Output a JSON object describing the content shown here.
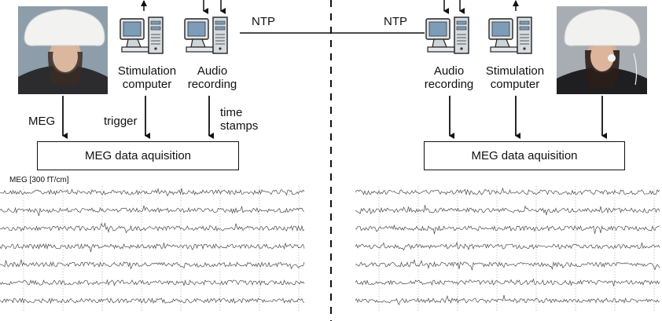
{
  "ntp_left": "NTP",
  "ntp_right": "NTP",
  "left": {
    "stim_line1": "Stimulation",
    "stim_line2": "computer",
    "audio_line1": "Audio",
    "audio_line2": "recording",
    "meg_label": "MEG",
    "trigger_label": "trigger",
    "time_line1": "time",
    "time_line2": "stamps",
    "acq_box": "MEG data aquisition",
    "scale_label": "MEG [300 fT/cm]"
  },
  "right": {
    "audio_line1": "Audio",
    "audio_line2": "recording",
    "stim_line1": "Stimulation",
    "stim_line2": "computer",
    "acq_box": "MEG data aquisition"
  },
  "traces": {
    "left_count": 7,
    "right_count": 7
  },
  "colors": {
    "line": "#111111",
    "trace": "#4a4a4a",
    "grid": "#bdbdbd",
    "computer_blue": "#7d9cb8"
  }
}
